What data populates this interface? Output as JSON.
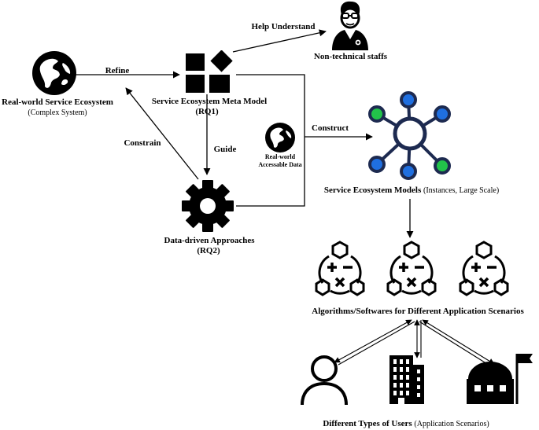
{
  "nodes": {
    "ecosystem": {
      "title": "Real-world Service Ecosystem",
      "subtitle": "(Complex System)"
    },
    "meta_model": {
      "title": "Service Ecosystem Meta Model",
      "subtitle": "(RQ1)"
    },
    "approaches": {
      "title": "Data-driven Approaches",
      "subtitle": "(RQ2)"
    },
    "staff": {
      "title": "Non-technical staffs"
    },
    "data": {
      "line1": "Real-world",
      "line2": "Accessable Data"
    },
    "models": {
      "title": "Service Ecosystem Models",
      "subtitle": "(Instances, Large Scale)"
    },
    "algorithms": {
      "title": "Algorithms/Softwares for Different Application Scenarios"
    },
    "users": {
      "title": "Different Types of Users",
      "subtitle": "(Application Scenarios)"
    }
  },
  "edges": {
    "refine": "Refine",
    "help": "Help Understand",
    "constrain": "Constrain",
    "guide": "Guide",
    "construct": "Construct"
  },
  "colors": {
    "ink": "#000000",
    "node_green": "#22c24a",
    "node_blue": "#1f6fe0",
    "hub_outline": "#1d2a50"
  },
  "icons": [
    "globe-icon",
    "meta-model-blocks-icon",
    "gear-icon",
    "staff-person-icon",
    "hub-network-icon",
    "algorithm-icon",
    "user-icon",
    "building-icon",
    "venue-icon"
  ]
}
